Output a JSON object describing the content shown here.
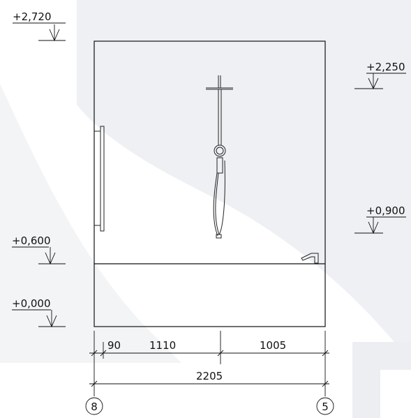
{
  "levels": {
    "top_left": "+2,720",
    "right_high": "+2,250",
    "right_mid": "+0,900",
    "left_mid": "+0,600",
    "left_zero": "+0,000"
  },
  "dimensions": {
    "d1": "90",
    "d2": "1110",
    "d3": "1005",
    "total": "2205"
  },
  "axes": {
    "left": "8",
    "right": "5"
  },
  "colors": {
    "background_shape": "#eceef2",
    "line": "#111111"
  }
}
